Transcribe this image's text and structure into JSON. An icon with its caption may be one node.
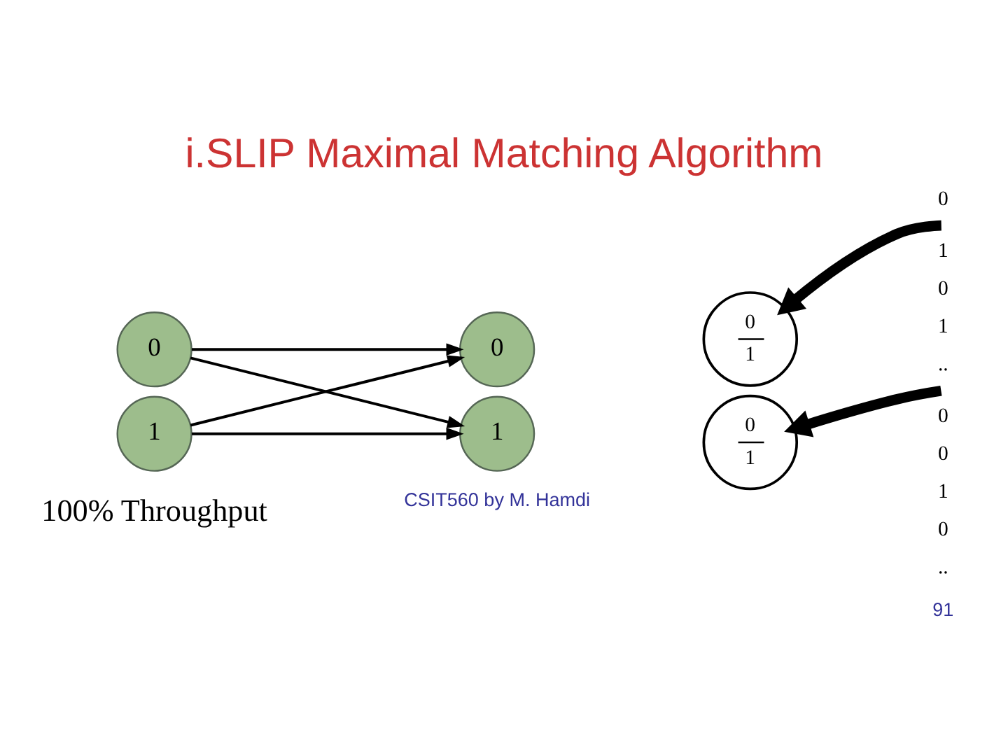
{
  "diagram": {
    "title": "i.SLIP Maximal Matching Algorithm",
    "nodes": [
      {
        "text": [
          "0"
        ]
      },
      {
        "text": [
          "0"
        ]
      },
      {
        "text": [
          "0",
          "1"
        ]
      },
      {
        "text": [
          "1"
        ]
      },
      {
        "text": [
          "1"
        ]
      },
      {
        "text": [
          "0",
          "1"
        ]
      }
    ],
    "edges": [
      {
        "from": 0,
        "to": 1,
        "arrow": "to"
      },
      {
        "from": 0,
        "to": 4,
        "arrow": "to"
      },
      {
        "from": 3,
        "to": 1,
        "arrow": "to"
      },
      {
        "from": 3,
        "to": 4,
        "arrow": "to"
      },
      {
        "from": null,
        "to": 2,
        "arrow": "to",
        "style": "thick"
      },
      {
        "from": null,
        "to": 5,
        "arrow": "to",
        "style": "thick"
      }
    ],
    "labels": [
      "0",
      "1",
      "0",
      "1",
      "..",
      "0",
      "0",
      "1",
      "0",
      "..",
      "100% Throughput",
      "CSIT560 by M. Hamdi",
      "91"
    ]
  }
}
